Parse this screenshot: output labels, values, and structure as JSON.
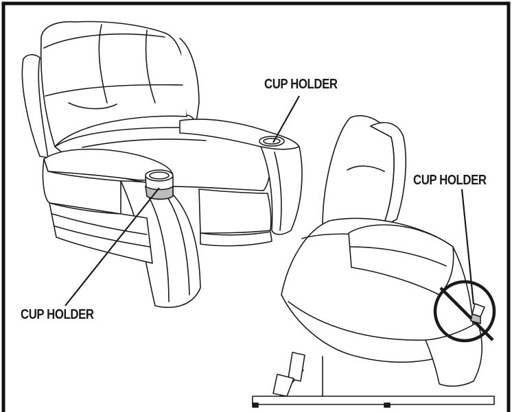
{
  "callouts": {
    "top_cup_holder": "CUP HOLDER",
    "right_cup_holder": "CUP HOLDER",
    "left_cup_holder": "CUP HOLDER"
  },
  "colors": {
    "line": "#1a1a1a",
    "border": "#111111",
    "background": "#ffffff",
    "cup_band": "#bdbdbd"
  },
  "icons": [
    "lift-recliner-chair-upright",
    "lift-recliner-chair-tilted",
    "cup-holder-icon",
    "magnifier-circle-icon"
  ]
}
